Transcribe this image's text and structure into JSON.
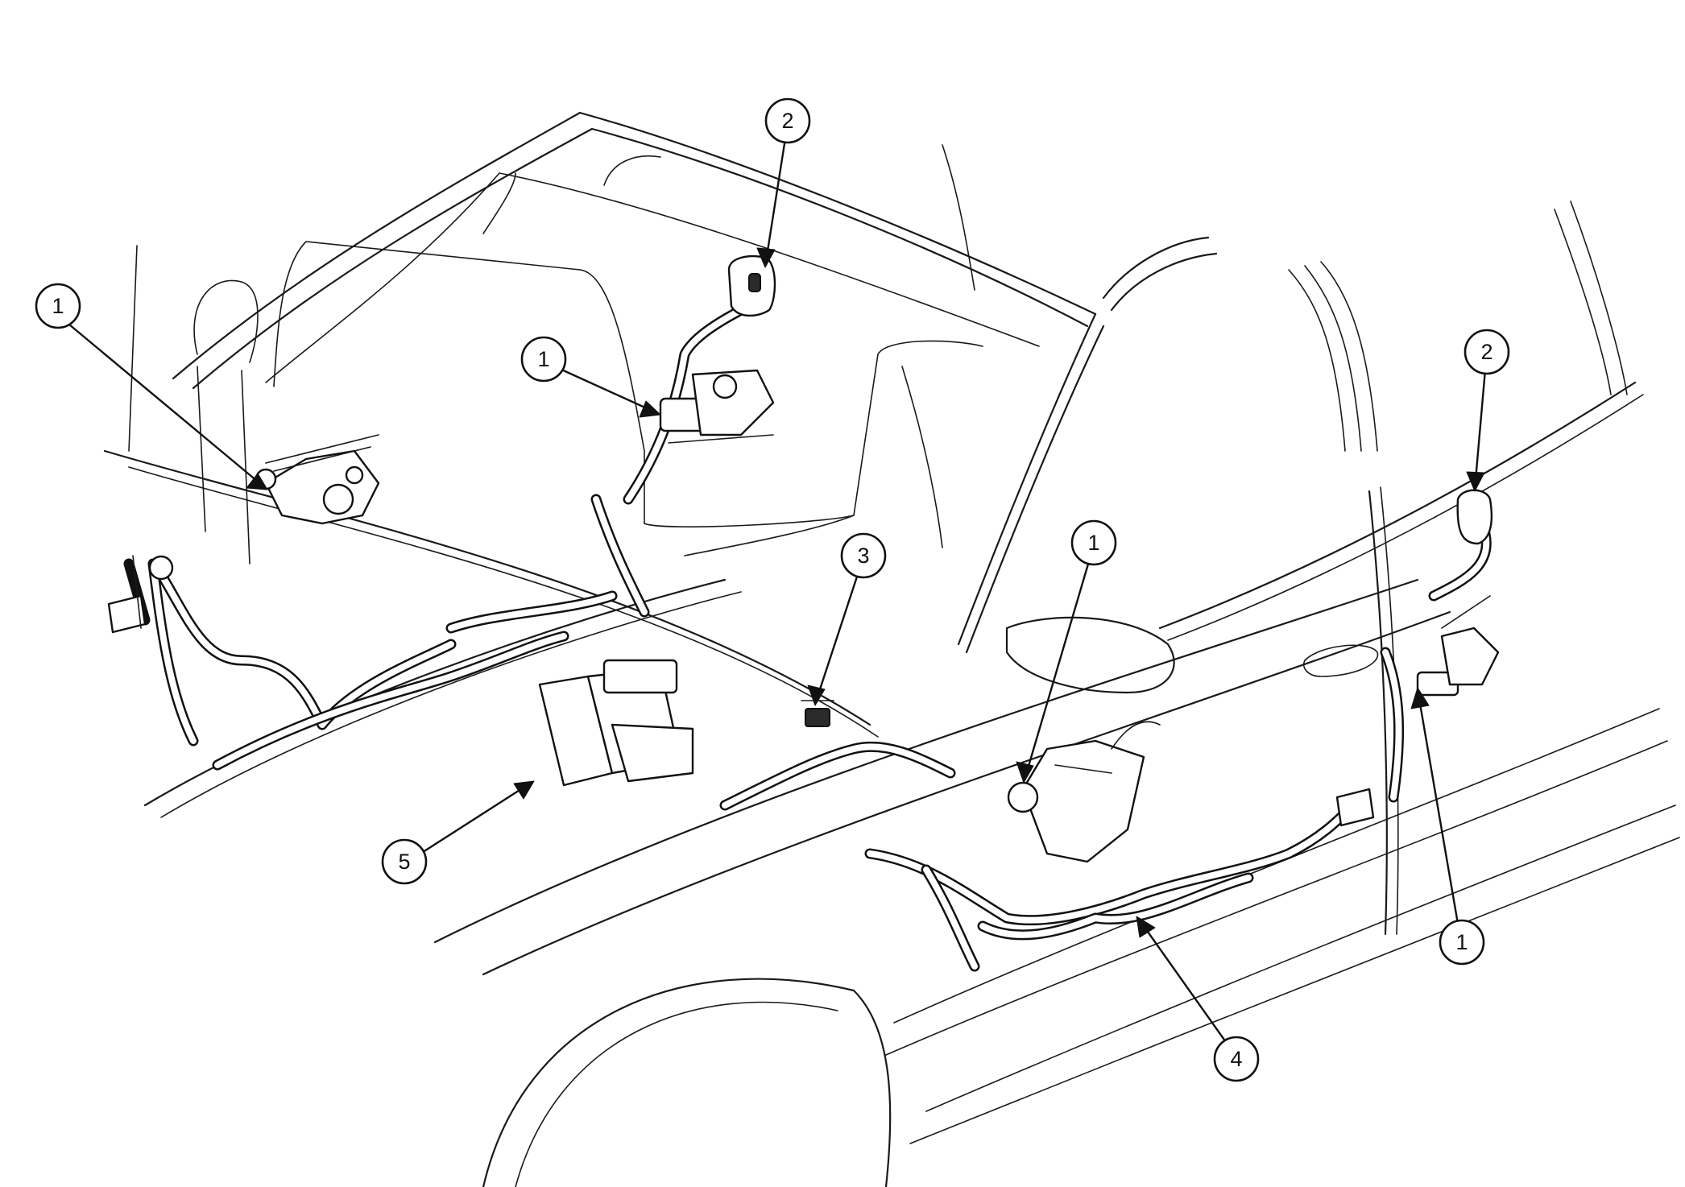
{
  "callouts": [
    {
      "id": "c1-left-front-door",
      "label": "1"
    },
    {
      "id": "c1-rear-left-window",
      "label": "1"
    },
    {
      "id": "c2-rear-left-switch",
      "label": "2"
    },
    {
      "id": "c3-center-connector",
      "label": "3"
    },
    {
      "id": "c1-front-right-door",
      "label": "1"
    },
    {
      "id": "c2-rear-right-switch",
      "label": "2"
    },
    {
      "id": "c1-rear-right-door",
      "label": "1"
    },
    {
      "id": "c4-floor-harness",
      "label": "4"
    },
    {
      "id": "c5-control-module",
      "label": "5"
    }
  ]
}
